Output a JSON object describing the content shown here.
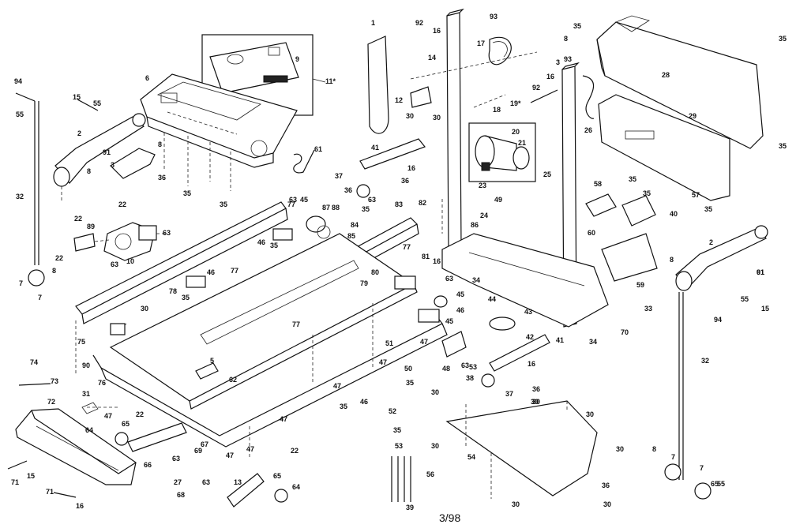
{
  "diagram": {
    "footer_text": "3/98",
    "callouts": [
      {
        "id": "c1",
        "label": "1"
      },
      {
        "id": "c2",
        "label": "2"
      },
      {
        "id": "c2b",
        "label": "2"
      },
      {
        "id": "c3",
        "label": "3"
      },
      {
        "id": "c3b",
        "label": "3"
      },
      {
        "id": "c5",
        "label": "5"
      },
      {
        "id": "c6",
        "label": "6"
      },
      {
        "id": "c7a",
        "label": "7"
      },
      {
        "id": "c7b",
        "label": "7"
      },
      {
        "id": "c7c",
        "label": "7"
      },
      {
        "id": "c7d",
        "label": "7"
      },
      {
        "id": "c8a",
        "label": "8"
      },
      {
        "id": "c8b",
        "label": "8"
      },
      {
        "id": "c8c",
        "label": "8"
      },
      {
        "id": "c8d",
        "label": "8"
      },
      {
        "id": "c8e",
        "label": "8"
      },
      {
        "id": "c8f",
        "label": "8"
      },
      {
        "id": "c9",
        "label": "9"
      },
      {
        "id": "c10",
        "label": "10"
      },
      {
        "id": "c11",
        "label": "11*"
      },
      {
        "id": "c12",
        "label": "12"
      },
      {
        "id": "c13",
        "label": "13"
      },
      {
        "id": "c14",
        "label": "14"
      },
      {
        "id": "c15a",
        "label": "15"
      },
      {
        "id": "c15b",
        "label": "15"
      },
      {
        "id": "c15c",
        "label": "15"
      },
      {
        "id": "c16a",
        "label": "16"
      },
      {
        "id": "c16b",
        "label": "16"
      },
      {
        "id": "c16c",
        "label": "16"
      },
      {
        "id": "c16d",
        "label": "16"
      },
      {
        "id": "c16e",
        "label": "16"
      },
      {
        "id": "c16f",
        "label": "16"
      },
      {
        "id": "c17",
        "label": "17"
      },
      {
        "id": "c18",
        "label": "18"
      },
      {
        "id": "c19",
        "label": "19*"
      },
      {
        "id": "c20",
        "label": "20"
      },
      {
        "id": "c21",
        "label": "21"
      },
      {
        "id": "c22a",
        "label": "22"
      },
      {
        "id": "c22b",
        "label": "22"
      },
      {
        "id": "c22c",
        "label": "22"
      },
      {
        "id": "c22d",
        "label": "22"
      },
      {
        "id": "c22e",
        "label": "22"
      },
      {
        "id": "c23",
        "label": "23"
      },
      {
        "id": "c24",
        "label": "24"
      },
      {
        "id": "c25",
        "label": "25"
      },
      {
        "id": "c26",
        "label": "26"
      },
      {
        "id": "c27",
        "label": "27"
      },
      {
        "id": "c28",
        "label": "28"
      },
      {
        "id": "c29",
        "label": "29"
      },
      {
        "id": "c30a",
        "label": "30"
      },
      {
        "id": "c30b",
        "label": "30"
      },
      {
        "id": "c30c",
        "label": "30"
      },
      {
        "id": "c30d",
        "label": "30"
      },
      {
        "id": "c30e",
        "label": "30"
      },
      {
        "id": "c30f",
        "label": "30"
      },
      {
        "id": "c30g",
        "label": "30"
      },
      {
        "id": "c30h",
        "label": "30"
      },
      {
        "id": "c30i",
        "label": "30"
      },
      {
        "id": "c30j",
        "label": "30"
      },
      {
        "id": "c30k",
        "label": "30"
      },
      {
        "id": "c31",
        "label": "31"
      },
      {
        "id": "c32a",
        "label": "32"
      },
      {
        "id": "c32b",
        "label": "32"
      },
      {
        "id": "c33",
        "label": "33"
      },
      {
        "id": "c34a",
        "label": "34"
      },
      {
        "id": "c34b",
        "label": "34"
      },
      {
        "id": "c35a",
        "label": "35"
      },
      {
        "id": "c35b",
        "label": "35"
      },
      {
        "id": "c35c",
        "label": "35"
      },
      {
        "id": "c35d",
        "label": "35"
      },
      {
        "id": "c35e",
        "label": "35"
      },
      {
        "id": "c35f",
        "label": "35"
      },
      {
        "id": "c35g",
        "label": "35"
      },
      {
        "id": "c35h",
        "label": "35"
      },
      {
        "id": "c35i",
        "label": "35"
      },
      {
        "id": "c35j",
        "label": "35"
      },
      {
        "id": "c35k",
        "label": "35"
      },
      {
        "id": "c35l",
        "label": "35"
      },
      {
        "id": "c35m",
        "label": "35"
      },
      {
        "id": "c35n",
        "label": "35"
      },
      {
        "id": "c36a",
        "label": "36"
      },
      {
        "id": "c36b",
        "label": "36"
      },
      {
        "id": "c36c",
        "label": "36"
      },
      {
        "id": "c36d",
        "label": "36"
      },
      {
        "id": "c36e",
        "label": "36"
      },
      {
        "id": "c37a",
        "label": "37"
      },
      {
        "id": "c37b",
        "label": "37"
      },
      {
        "id": "c38",
        "label": "38"
      },
      {
        "id": "c39",
        "label": "39"
      },
      {
        "id": "c40",
        "label": "40"
      },
      {
        "id": "c41a",
        "label": "41"
      },
      {
        "id": "c41b",
        "label": "41"
      },
      {
        "id": "c42",
        "label": "42"
      },
      {
        "id": "c43",
        "label": "43"
      },
      {
        "id": "c44",
        "label": "44"
      },
      {
        "id": "c45a",
        "label": "45"
      },
      {
        "id": "c45b",
        "label": "45"
      },
      {
        "id": "c45c",
        "label": "45"
      },
      {
        "id": "c46a",
        "label": "46"
      },
      {
        "id": "c46b",
        "label": "46"
      },
      {
        "id": "c46c",
        "label": "46"
      },
      {
        "id": "c46d",
        "label": "46"
      },
      {
        "id": "c47a",
        "label": "47"
      },
      {
        "id": "c47b",
        "label": "47"
      },
      {
        "id": "c47c",
        "label": "47"
      },
      {
        "id": "c47d",
        "label": "47"
      },
      {
        "id": "c47e",
        "label": "47"
      },
      {
        "id": "c47f",
        "label": "47"
      },
      {
        "id": "c47g",
        "label": "47"
      },
      {
        "id": "c48",
        "label": "48"
      },
      {
        "id": "c49",
        "label": "49"
      },
      {
        "id": "c50",
        "label": "50"
      },
      {
        "id": "c51",
        "label": "51"
      },
      {
        "id": "c52",
        "label": "52"
      },
      {
        "id": "c53a",
        "label": "53"
      },
      {
        "id": "c53b",
        "label": "53"
      },
      {
        "id": "c54",
        "label": "54"
      },
      {
        "id": "c55a",
        "label": "55"
      },
      {
        "id": "c55b",
        "label": "55"
      },
      {
        "id": "c55c",
        "label": "55"
      },
      {
        "id": "c55d",
        "label": "55"
      },
      {
        "id": "c56",
        "label": "56"
      },
      {
        "id": "c57",
        "label": "57"
      },
      {
        "id": "c58",
        "label": "58"
      },
      {
        "id": "c59",
        "label": "59"
      },
      {
        "id": "c60",
        "label": "60"
      },
      {
        "id": "c61a",
        "label": "61"
      },
      {
        "id": "c61b",
        "label": "61"
      },
      {
        "id": "c62",
        "label": "62"
      },
      {
        "id": "c63a",
        "label": "63"
      },
      {
        "id": "c63b",
        "label": "63"
      },
      {
        "id": "c63c",
        "label": "63"
      },
      {
        "id": "c63d",
        "label": "63"
      },
      {
        "id": "c63e",
        "label": "63"
      },
      {
        "id": "c63f",
        "label": "63"
      },
      {
        "id": "c63g",
        "label": "63"
      },
      {
        "id": "c63h",
        "label": "63"
      },
      {
        "id": "c64a",
        "label": "64"
      },
      {
        "id": "c64b",
        "label": "64"
      },
      {
        "id": "c65a",
        "label": "65"
      },
      {
        "id": "c65b",
        "label": "65"
      },
      {
        "id": "c65c",
        "label": "65"
      },
      {
        "id": "c66",
        "label": "66"
      },
      {
        "id": "c67",
        "label": "67"
      },
      {
        "id": "c68",
        "label": "68"
      },
      {
        "id": "c69",
        "label": "69"
      },
      {
        "id": "c70",
        "label": "70"
      },
      {
        "id": "c71a",
        "label": "71"
      },
      {
        "id": "c71b",
        "label": "71"
      },
      {
        "id": "c72",
        "label": "72"
      },
      {
        "id": "c73",
        "label": "73"
      },
      {
        "id": "c74",
        "label": "74"
      },
      {
        "id": "c75",
        "label": "75"
      },
      {
        "id": "c76",
        "label": "76"
      },
      {
        "id": "c77a",
        "label": "77"
      },
      {
        "id": "c77b",
        "label": "77"
      },
      {
        "id": "c77c",
        "label": "77"
      },
      {
        "id": "c77d",
        "label": "77"
      },
      {
        "id": "c78",
        "label": "78"
      },
      {
        "id": "c79",
        "label": "79"
      },
      {
        "id": "c80",
        "label": "80"
      },
      {
        "id": "c81",
        "label": "81"
      },
      {
        "id": "c82",
        "label": "82"
      },
      {
        "id": "c83",
        "label": "83"
      },
      {
        "id": "c84",
        "label": "84"
      },
      {
        "id": "c85",
        "label": "85"
      },
      {
        "id": "c86",
        "label": "86"
      },
      {
        "id": "c87",
        "label": "87"
      },
      {
        "id": "c88",
        "label": "88"
      },
      {
        "id": "c89",
        "label": "89"
      },
      {
        "id": "c90",
        "label": "90"
      },
      {
        "id": "c91a",
        "label": "91"
      },
      {
        "id": "c91b",
        "label": "91"
      },
      {
        "id": "c92a",
        "label": "92"
      },
      {
        "id": "c92b",
        "label": "92"
      },
      {
        "id": "c93a",
        "label": "93"
      },
      {
        "id": "c93b",
        "label": "93"
      },
      {
        "id": "c94a",
        "label": "94"
      },
      {
        "id": "c94b",
        "label": "94"
      }
    ]
  }
}
